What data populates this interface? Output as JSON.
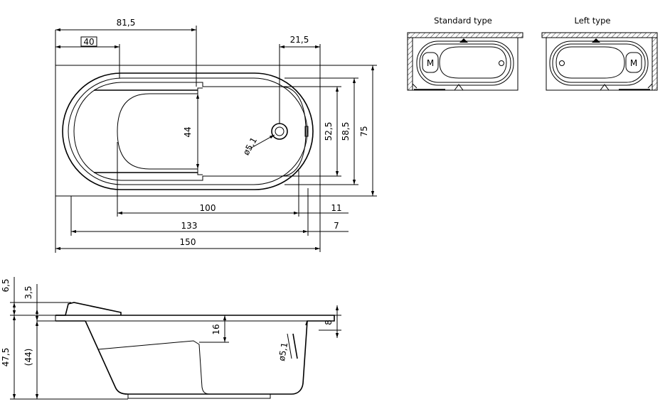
{
  "top_view": {
    "dims": {
      "w81_5": "81,5",
      "w40": "40",
      "w21_5": "21,5",
      "h44": "44",
      "h52_5": "52,5",
      "h58_5": "58,5",
      "h75": "75",
      "drain_dia": "ø5,1",
      "w100": "100",
      "w133": "133",
      "w150": "150",
      "off11": "11",
      "off7": "7"
    }
  },
  "variants": {
    "standard_title": "Standard type",
    "left_title": "Left type",
    "motor_label": "M"
  },
  "side_view": {
    "dims": {
      "h6_5": "6,5",
      "h3_5": "3,5",
      "h47_5": "47,5",
      "h44p": "(44)",
      "h16": "16",
      "h8": "8",
      "drain_dia": "ø5,1"
    }
  }
}
